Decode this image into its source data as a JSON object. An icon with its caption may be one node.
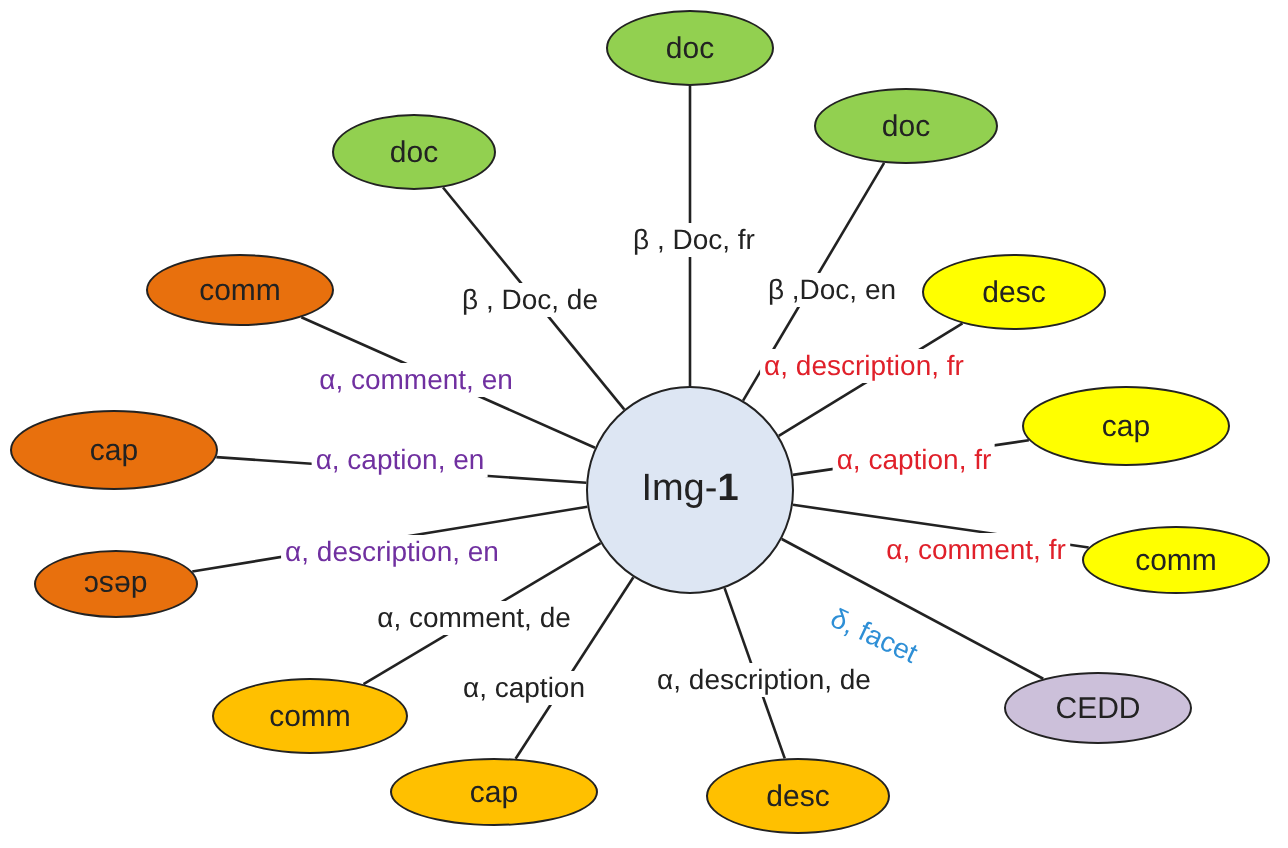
{
  "diagram": {
    "nodes": [
      {
        "text": [
          "Img-**1**"
        ]
      },
      {
        "text": [
          "doc"
        ]
      },
      {
        "text": [
          "doc"
        ]
      },
      {
        "text": [
          "doc"
        ]
      },
      {
        "text": [
          "comm"
        ]
      },
      {
        "text": [
          "cap"
        ]
      },
      {
        "text": [
          "desc"
        ]
      },
      {
        "text": [
          "desc"
        ]
      },
      {
        "text": [
          "cap"
        ]
      },
      {
        "text": [
          "comm"
        ]
      },
      {
        "text": [
          "CEDD"
        ]
      },
      {
        "text": [
          "comm"
        ]
      },
      {
        "text": [
          "cap"
        ]
      },
      {
        "text": [
          "desc"
        ]
      }
    ],
    "edges": [
      {
        "from": 0,
        "to": 1,
        "arrow": "none",
        "label": "β , Doc, de"
      },
      {
        "from": 0,
        "to": 2,
        "arrow": "none",
        "label": "β , Doc, fr"
      },
      {
        "from": 0,
        "to": 3,
        "arrow": "none",
        "label": "β ,Doc, en"
      },
      {
        "from": 0,
        "to": 4,
        "arrow": "none",
        "label": "α, comment, en"
      },
      {
        "from": 0,
        "to": 5,
        "arrow": "none",
        "label": "α, caption, en"
      },
      {
        "from": 0,
        "to": 6,
        "arrow": "none",
        "label": "α, description, en"
      },
      {
        "from": 0,
        "to": 7,
        "arrow": "none",
        "label": "α, description, fr"
      },
      {
        "from": 0,
        "to": 8,
        "arrow": "none",
        "label": "α, caption, fr"
      },
      {
        "from": 0,
        "to": 9,
        "arrow": "none",
        "label": "α, comment, fr"
      },
      {
        "from": 0,
        "to": 10,
        "arrow": "none",
        "label": "δ, facet"
      },
      {
        "from": 0,
        "to": 11,
        "arrow": "none",
        "label": "α, comment, de"
      },
      {
        "from": 0,
        "to": 12,
        "arrow": "none",
        "label": "α, caption"
      },
      {
        "from": 0,
        "to": 13,
        "arrow": "none",
        "label": "α, description, de"
      }
    ]
  }
}
